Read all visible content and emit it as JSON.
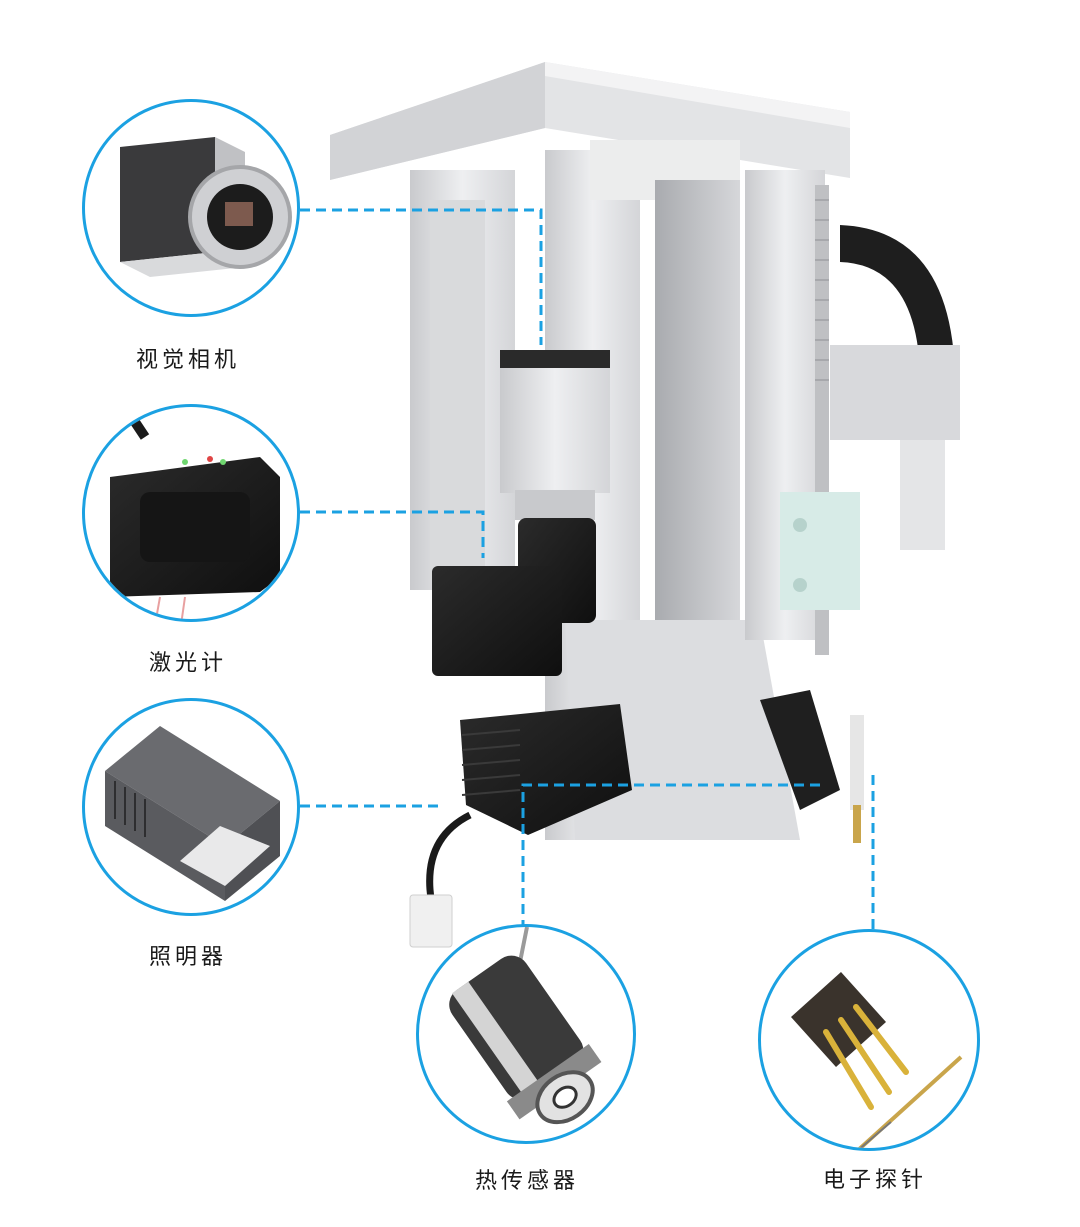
{
  "diagram": {
    "type": "product-component-callout",
    "subject": "automatic test head module",
    "accent_color": "#1ba1e2",
    "components": [
      {
        "id": "camera",
        "label": "视觉相机",
        "icon": "industrial-camera"
      },
      {
        "id": "laser",
        "label": "激光计",
        "icon": "laser-displacement-sensor"
      },
      {
        "id": "light",
        "label": "照明器",
        "icon": "illuminator-light-box"
      },
      {
        "id": "thermal",
        "label": "热传感器",
        "icon": "thermal-sensor"
      },
      {
        "id": "probe",
        "label": "电子探针",
        "icon": "electronic-probe"
      }
    ]
  }
}
